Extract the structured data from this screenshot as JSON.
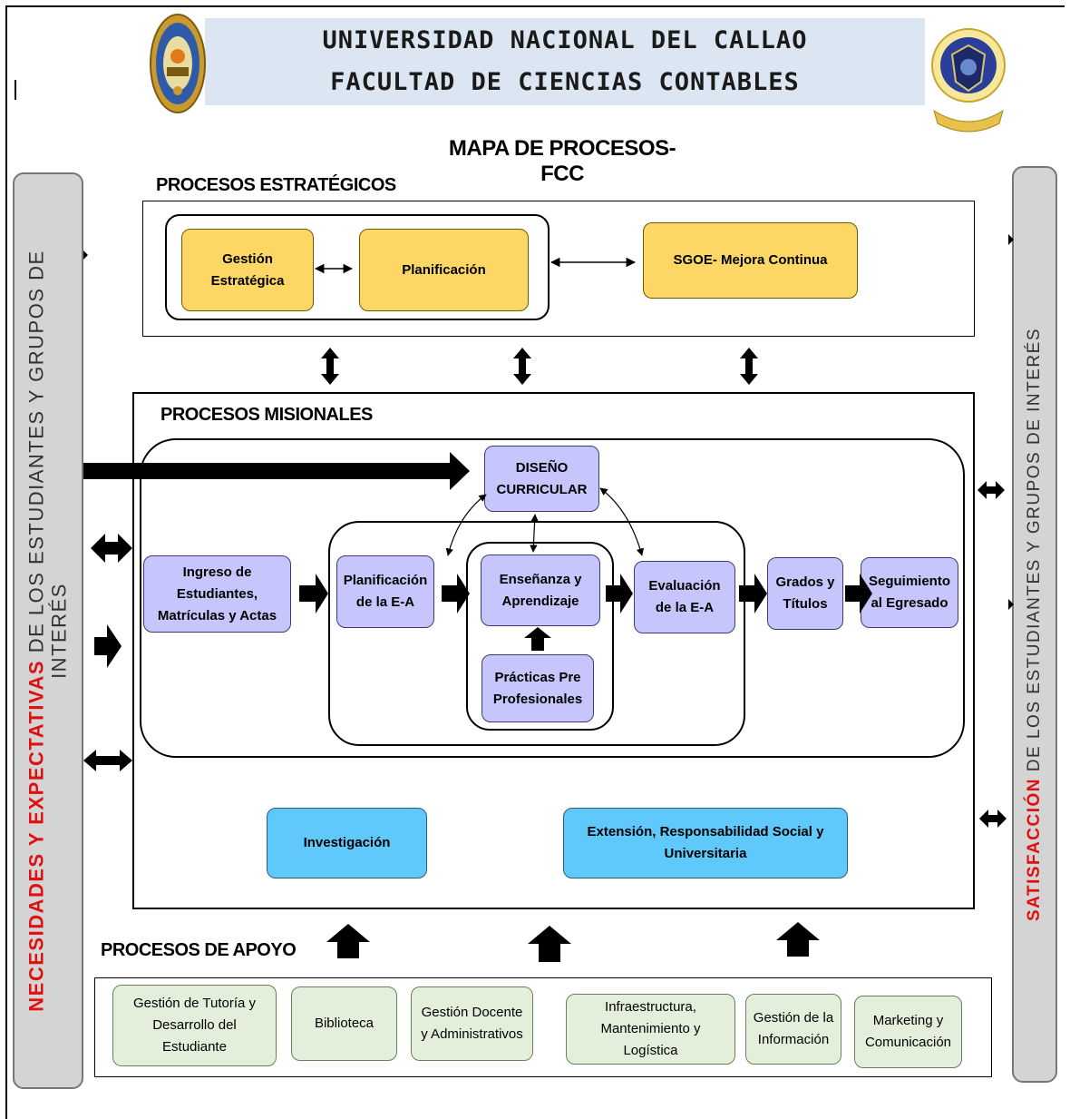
{
  "header": {
    "line1": "UNIVERSIDAD NACIONAL DEL CALLAO",
    "line2": "FACULTAD DE CIENCIAS CONTABLES",
    "logo_left": "unac-seal-logo",
    "logo_right": "fcc-crest-logo"
  },
  "title": "MAPA DE PROCESOS-FCC",
  "left_bar": {
    "emphasis": "NECESIDADES Y EXPECTATIVAS",
    "rest_line1": "DE LOS ESTUDIANTES Y GRUPOS DE",
    "rest_line2": "INTERÉS"
  },
  "right_bar": {
    "emphasis": "SATISFACCIÓN",
    "rest": "DE LOS ESTUDIANTES Y GRUPOS DE INTERÉS"
  },
  "strategic": {
    "label": "PROCESOS ESTRATÉGICOS",
    "gestion_line1": "Gestión",
    "gestion_line2": "Estratégica",
    "planificacion": "Planificación",
    "sgoe": "SGOE- Mejora Continua"
  },
  "missional": {
    "label": "PROCESOS MISIONALES",
    "diseno_line1": "DISEÑO",
    "diseno_line2": "CURRICULAR",
    "ingreso_line1": "Ingreso de Estudiantes,",
    "ingreso_line2": "Matrículas y Actas",
    "plan_ea_line1": "Planificación",
    "plan_ea_line2": "de la E-A",
    "ensenanza_line1": "Enseñanza y",
    "ensenanza_line2": "Aprendizaje",
    "practicas_line1": "Prácticas Pre",
    "practicas_line2": "Profesionales",
    "evaluacion_line1": "Evaluación",
    "evaluacion_line2": "de la E-A",
    "grados_line1": "Grados y",
    "grados_line2": "Títulos",
    "seguimiento_line1": "Seguimiento",
    "seguimiento_line2": "al Egresado",
    "investigacion": "Investigación",
    "extension_line1": "Extensión, Responsabilidad Social y",
    "extension_line2": "Universitaria"
  },
  "support": {
    "label": "PROCESOS DE APOYO",
    "tutoria_line1": "Gestión de Tutoría y",
    "tutoria_line2": "Desarrollo del Estudiante",
    "biblioteca": "Biblioteca",
    "docente_line1": "Gestión Docente",
    "docente_line2": "y Administrativos",
    "infra_line1": "Infraestructura,",
    "infra_line2": "Mantenimiento y Logística",
    "info_line1": "Gestión de la",
    "info_line2": "Información",
    "marketing_line1": "Marketing y",
    "marketing_line2": "Comunicación"
  },
  "colors": {
    "strategic_fill": "#fcd766",
    "missional_fill": "#c7c6fc",
    "research_fill": "#60c9fb",
    "support_fill": "#e3efda",
    "header_band": "#dce6f2",
    "emphasis_red": "#e01010",
    "side_bar": "#d4d4d4"
  }
}
